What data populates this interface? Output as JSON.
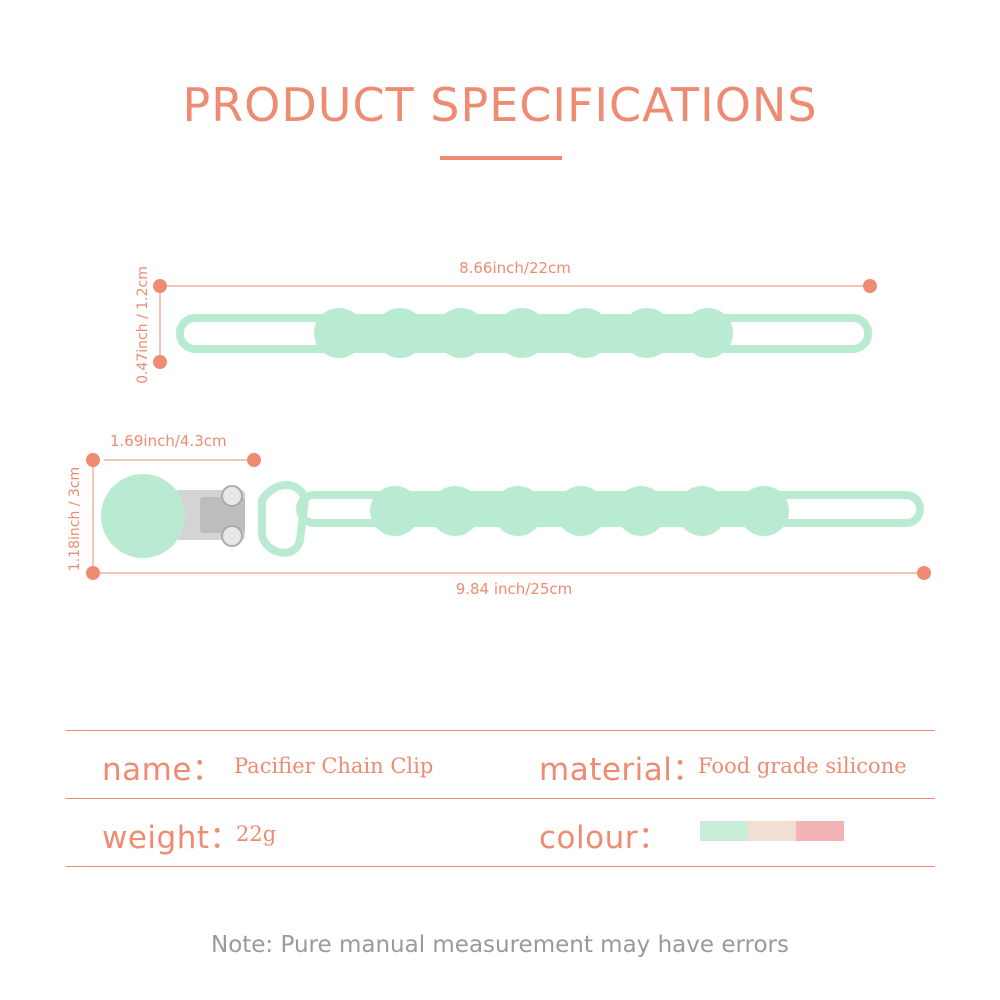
{
  "header": {
    "title": "PRODUCT SPECIFICATIONS"
  },
  "dimensions": {
    "chain_length": "8.66inch/22cm",
    "chain_width": "0.47inch / 1.2cm",
    "clip_width": "1.69inch/4.3cm",
    "clip_height": "1.18inch / 3cm",
    "total_length": "9.84 inch/25cm"
  },
  "specs": {
    "name_label": "name：",
    "name_value": "Pacifier Chain Clip",
    "material_label": "material：",
    "material_value": "Food grade silicone",
    "weight_label": "weight：",
    "weight_value": "22g",
    "colour_label": "colour：",
    "colours": [
      "#c9ecd9",
      "#f2dfd4",
      "#f3b4b8"
    ]
  },
  "note": "Note: Pure manual measurement may have errors",
  "colors": {
    "accent": "#ef8b72",
    "mint": "#b9ebd2",
    "metal": "#cfcfcf"
  }
}
